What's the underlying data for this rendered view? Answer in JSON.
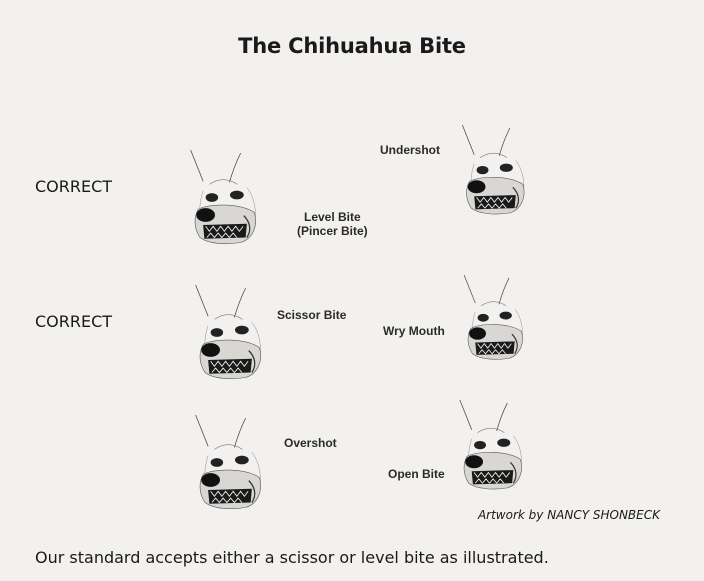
{
  "title": "The Chihuahua Bite",
  "rows": [
    {
      "marker": "CORRECT"
    },
    {
      "marker": "CORRECT"
    },
    {
      "marker": ""
    }
  ],
  "bites": {
    "level": "Level Bite",
    "level_sub": "(Pincer Bite)",
    "scissor": "Scissor Bite",
    "overshot": "Overshot",
    "undershot": "Undershot",
    "wry": "Wry Mouth",
    "open": "Open Bite"
  },
  "credit": "Artwork by NANCY SHONBECK",
  "caption": "Our standard accepts either a scissor or level bite as illustrated.",
  "colors": {
    "ink": "#1a1a1a",
    "background": "#f2f1ef"
  }
}
